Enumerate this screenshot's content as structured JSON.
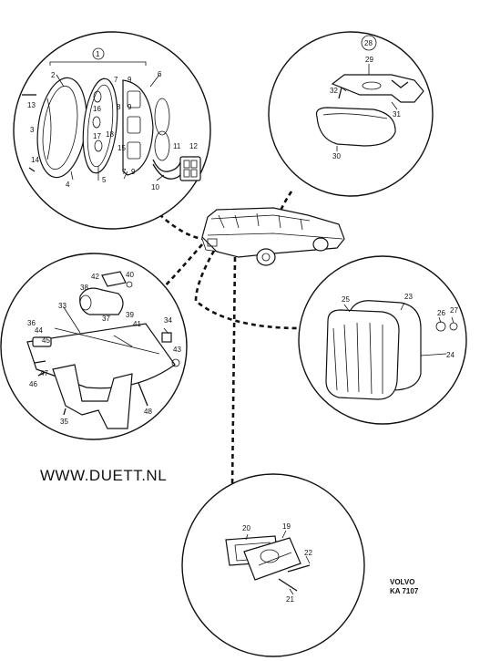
{
  "website": "WWW.DUETT.NL",
  "brand": {
    "name": "VOLVO",
    "code": "KA 7107"
  },
  "callouts": {
    "c1": "1",
    "c2": "2",
    "c3": "3",
    "c4": "4",
    "c5": "5",
    "c6": "6",
    "c7a": "7",
    "c7b": "7",
    "c8": "8",
    "c9a": "9",
    "c9b": "9",
    "c9c": "9",
    "c10": "10",
    "c11": "11",
    "c12": "12",
    "c13": "13",
    "c14": "14",
    "c15": "15",
    "c16": "16",
    "c17": "17",
    "c18": "18",
    "c19": "19",
    "c20": "20",
    "c21": "21",
    "c22": "22",
    "c23": "23",
    "c24": "24",
    "c25": "25",
    "c26": "26",
    "c27": "27",
    "c28": "28",
    "c29": "29",
    "c30": "30",
    "c31": "31",
    "c32": "32",
    "c33": "33",
    "c34": "34",
    "c35": "35",
    "c36": "36",
    "c37": "37",
    "c38": "38",
    "c39": "39",
    "c40": "40",
    "c41": "41",
    "c42": "42",
    "c43": "43",
    "c44": "44",
    "c45": "45",
    "c46": "46",
    "c47": "47",
    "c48": "48"
  }
}
